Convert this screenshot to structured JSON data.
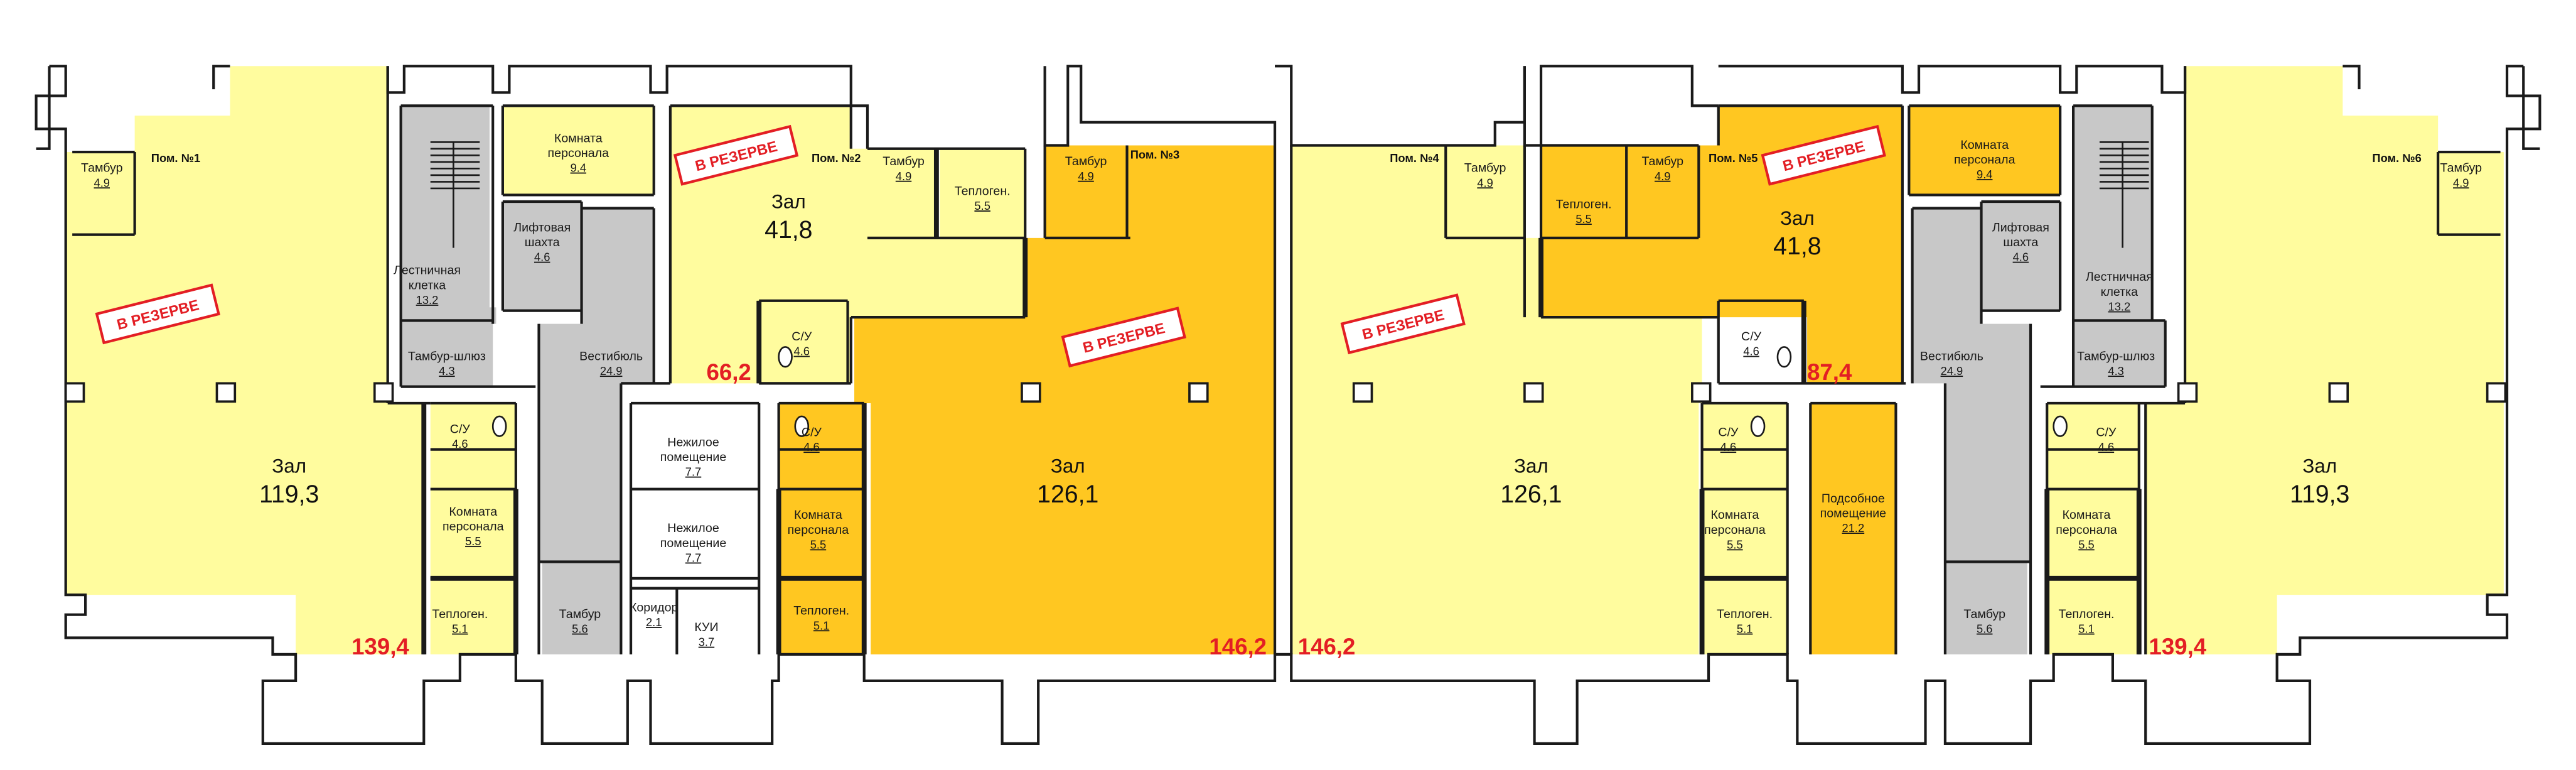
{
  "colors": {
    "light_yellow": "#fffc9e",
    "dark_yellow": "#ffc721",
    "gray": "#c8c8c8",
    "wall": "#1a1a1a",
    "stamp": "#e31e24"
  },
  "stamp_label": "В РЕЗЕРВЕ",
  "units": [
    {
      "label": "Пом. №1"
    },
    {
      "label": "Пом. №2"
    },
    {
      "label": "Пом. №3"
    },
    {
      "label": "Пом. №4"
    },
    {
      "label": "Пом. №5"
    },
    {
      "label": "Пом. №6"
    }
  ],
  "totals": [
    "139,4",
    "66,2",
    "146,2",
    "146,2",
    "87,4",
    "139,4"
  ],
  "halls": [
    {
      "name": "Зал",
      "area": "119,3"
    },
    {
      "name": "Зал",
      "area": "41,8"
    },
    {
      "name": "Зал",
      "area": "126,1"
    },
    {
      "name": "Зал",
      "area": "126,1"
    },
    {
      "name": "Зал",
      "area": "41,8"
    },
    {
      "name": "Зал",
      "area": "119,3"
    }
  ],
  "rooms": [
    {
      "name": "Тамбур",
      "area": "4.9"
    },
    {
      "name": "Лестничная клетка",
      "area": "13.2"
    },
    {
      "name": "Тамбур-шлюз",
      "area": "4.3"
    },
    {
      "name": "С/У",
      "area": "4.6"
    },
    {
      "name": "Комната персонала",
      "area": "5.5"
    },
    {
      "name": "Теплоген.",
      "area": "5.1"
    },
    {
      "name": "Комната персонала",
      "area": "9.4"
    },
    {
      "name": "Лифтовая шахта",
      "area": "4.6"
    },
    {
      "name": "Вестибюль",
      "area": "24.9"
    },
    {
      "name": "Тамбур",
      "area": "5.6"
    },
    {
      "name": "Нежилое помещение",
      "area": "7.7"
    },
    {
      "name": "Нежилое помещение",
      "area": "7.7"
    },
    {
      "name": "Коридор",
      "area": "2.1"
    },
    {
      "name": "КУИ",
      "area": "3.7"
    },
    {
      "name": "Тамбур",
      "area": "4.9"
    },
    {
      "name": "Теплоген.",
      "area": "5.5"
    },
    {
      "name": "С/У",
      "area": "4.6"
    },
    {
      "name": "Тамбур",
      "area": "4.9"
    },
    {
      "name": "С/У",
      "area": "4.6"
    },
    {
      "name": "Комната персонала",
      "area": "5.5"
    },
    {
      "name": "Теплоген.",
      "area": "5.1"
    },
    {
      "name": "Тамбур",
      "area": "4.9"
    },
    {
      "name": "С/У",
      "area": "4.6"
    },
    {
      "name": "Комната персонала",
      "area": "5.5"
    },
    {
      "name": "Теплоген.",
      "area": "5.1"
    },
    {
      "name": "Теплоген.",
      "area": "5.5"
    },
    {
      "name": "Тамбур",
      "area": "4.9"
    },
    {
      "name": "С/У",
      "area": "4.6"
    },
    {
      "name": "Подсобное помещение",
      "area": "21.2"
    },
    {
      "name": "Комната персонала",
      "area": "9.4"
    },
    {
      "name": "Лифтовая шахта",
      "area": "4.6"
    },
    {
      "name": "Вестибюль",
      "area": "24.9"
    },
    {
      "name": "Тамбур",
      "area": "5.6"
    },
    {
      "name": "Лестничная клетка",
      "area": "13.2"
    },
    {
      "name": "Тамбур-шлюз",
      "area": "4.3"
    },
    {
      "name": "С/У",
      "area": "4.6"
    },
    {
      "name": "Комната персонала",
      "area": "5.5"
    },
    {
      "name": "Теплоген.",
      "area": "5.1"
    },
    {
      "name": "Тамбур",
      "area": "4.9"
    }
  ]
}
